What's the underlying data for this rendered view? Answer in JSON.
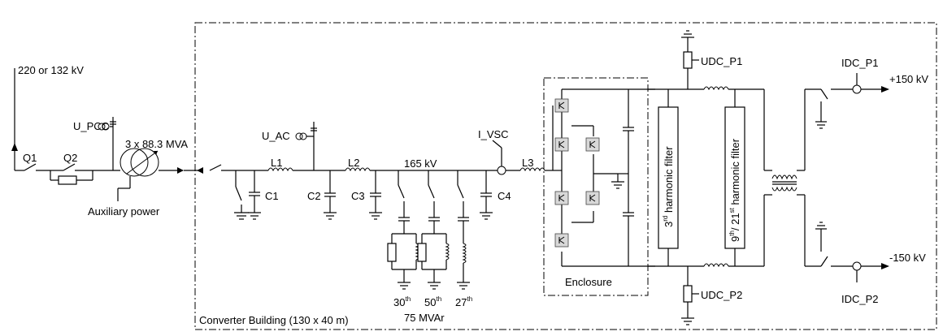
{
  "labels": {
    "grid_voltage": "220 or 132 kV",
    "q1": "Q1",
    "q2": "Q2",
    "u_pcc": "U_PCC",
    "transformer": "3 x 88.3 MVA",
    "auxiliary": "Auxiliary power",
    "u_ac": "U_AC",
    "l1": "L1",
    "l2": "L2",
    "l3": "L3",
    "c1": "C1",
    "c2": "C2",
    "c3": "C3",
    "c4": "C4",
    "bus_voltage": "165 kV",
    "i_vsc": "I_VSC",
    "h30_base": "30",
    "h30_sup": "th",
    "h50_base": "50",
    "h50_sup": "th",
    "h27_base": "27",
    "h27_sup": "th",
    "filter_rating": "75 MVAr",
    "building": "Converter Building (130 x 40 m)",
    "enclosure": "Enclosure",
    "hf3_pre": "3",
    "hf3_sup": "rd",
    "hf3_post": " harmonic filter",
    "hf9_pre": "9",
    "hf9_sup1": "th",
    "hf9_mid": "/ 21",
    "hf9_sup2": "st",
    "hf9_post": " harmonic filter",
    "udc_p1": "UDC_P1",
    "udc_p2": "UDC_P2",
    "idc_p1": "IDC_P1",
    "idc_p2": "IDC_P2",
    "plus_v": "+150 kV",
    "minus_v": "-150 kV"
  }
}
